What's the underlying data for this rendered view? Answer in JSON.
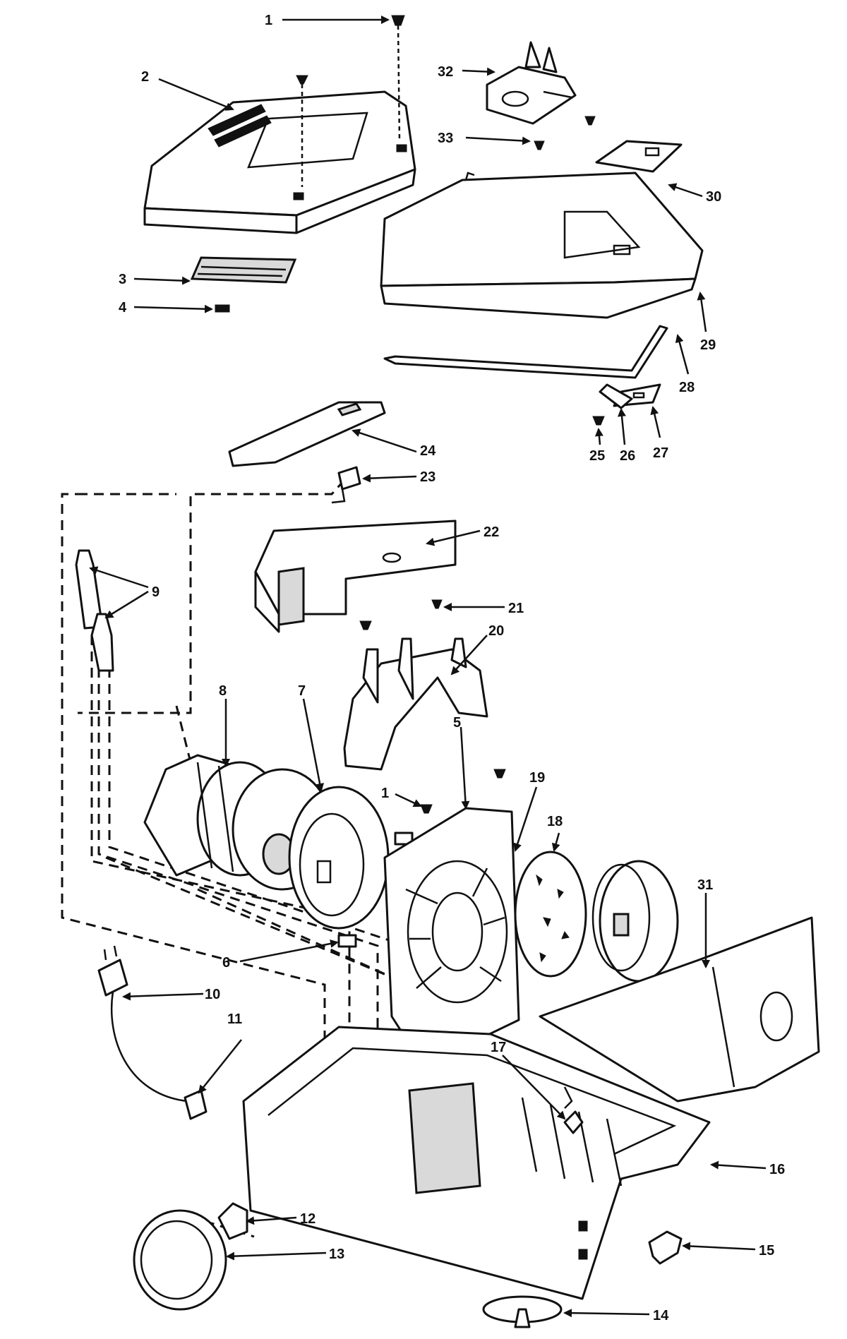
{
  "diagram": {
    "callouts": [
      "1",
      "2",
      "3",
      "4",
      "5",
      "6",
      "7",
      "8",
      "9",
      "10",
      "11",
      "12",
      "13",
      "14",
      "15",
      "16",
      "17",
      "18",
      "19",
      "20",
      "21",
      "22",
      "23",
      "24",
      "25",
      "26",
      "27",
      "28",
      "29",
      "30",
      "31",
      "32",
      "33"
    ],
    "callout_1b": "1"
  }
}
